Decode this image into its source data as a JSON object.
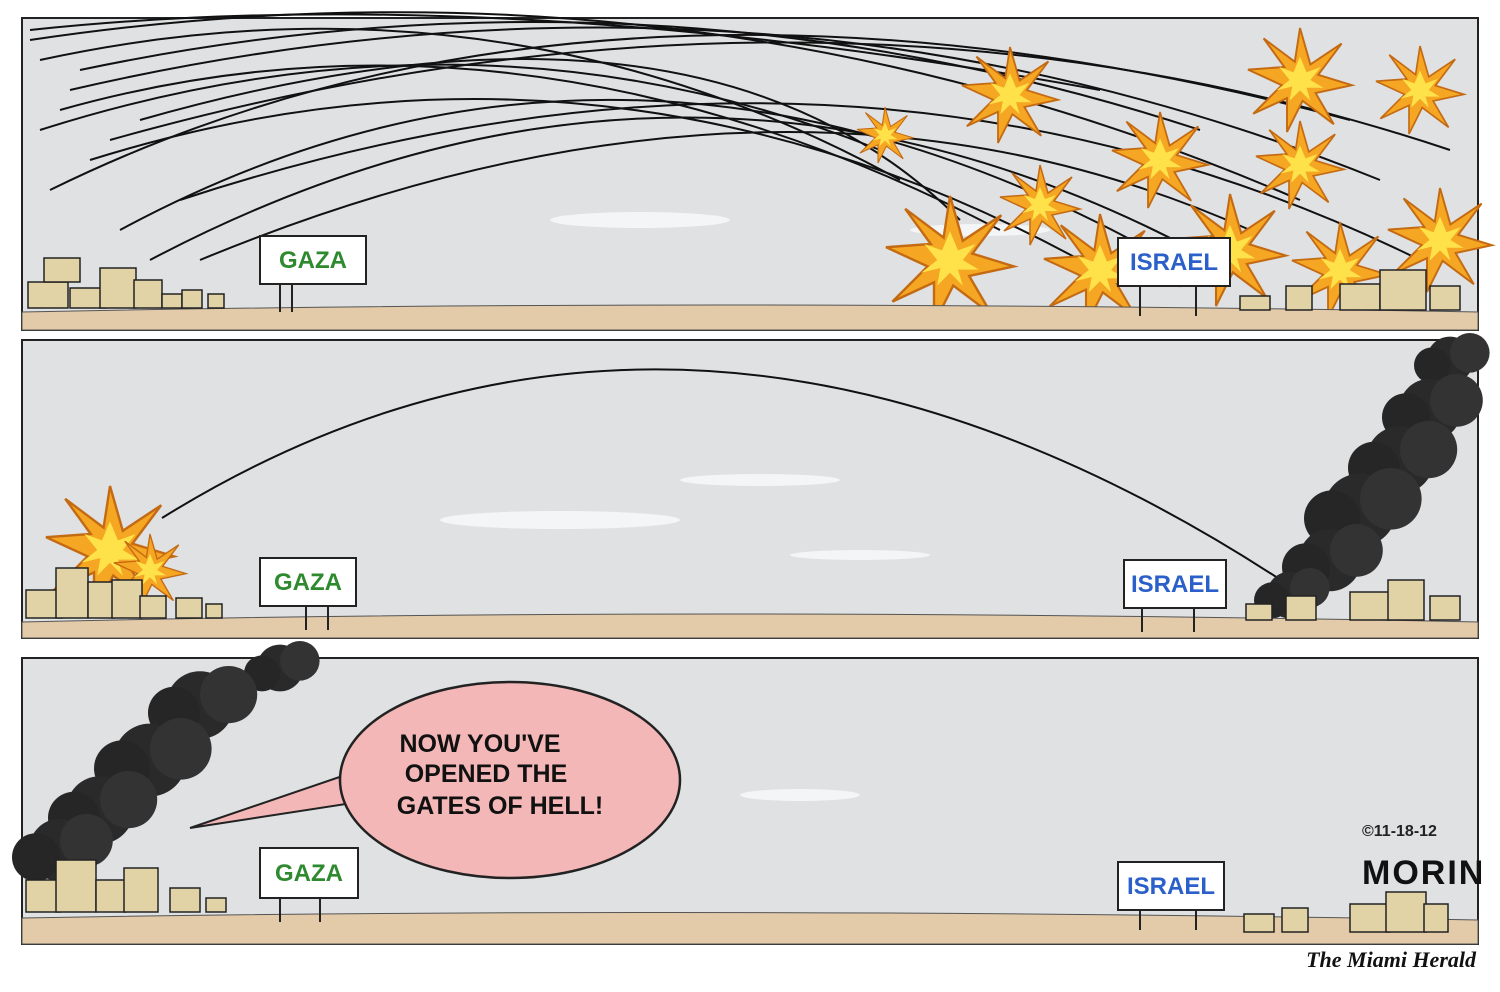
{
  "panels": [
    {
      "left_sign": "GAZA",
      "right_sign": "ISRAEL"
    },
    {
      "left_sign": "GAZA",
      "right_sign": "ISRAEL"
    },
    {
      "left_sign": "GAZA",
      "right_sign": "ISRAEL"
    }
  ],
  "speech_bubble": {
    "line1": "NOW YOU'VE",
    "line2": "OPENED THE",
    "line3": "GATES OF HELL!"
  },
  "date": "©11-18-12",
  "signature": "MORIN",
  "publication": "The Miami Herald",
  "colors": {
    "sky": "#dfe1e3",
    "ground": "#e3caa8",
    "building": "#e2d3a7",
    "gaza_text": "#2f8a2f",
    "israel_text": "#2b5fc9",
    "bubble": "#f3b7b7",
    "fire_outer": "#f5a623",
    "fire_inner": "#ffe14a",
    "smoke": "#2a2a2a"
  }
}
